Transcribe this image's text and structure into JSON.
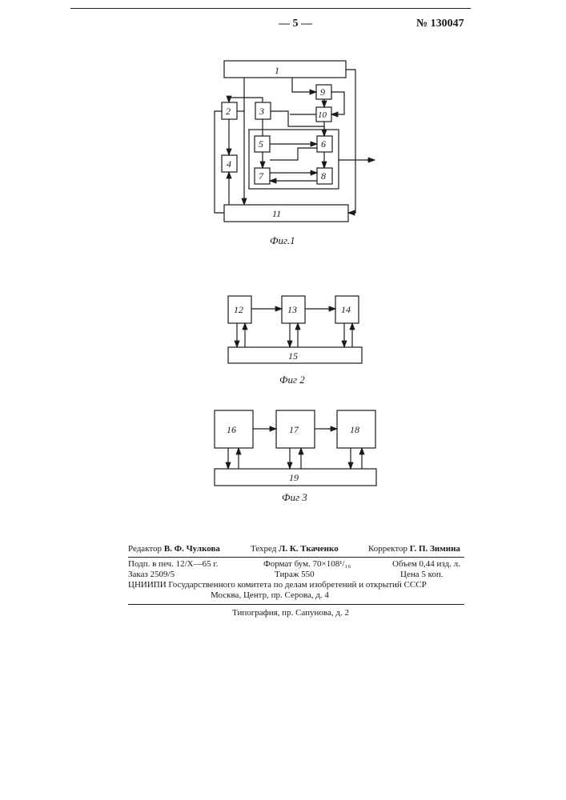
{
  "header": {
    "page_number": "— 5 —",
    "patent_number": "№ 130047"
  },
  "figures": {
    "fig1": {
      "caption": "Фиг.1",
      "blocks": [
        "1",
        "2",
        "3",
        "4",
        "5",
        "6",
        "7",
        "8",
        "9",
        "10",
        "11"
      ]
    },
    "fig2": {
      "caption": "Фиг 2",
      "blocks": [
        "12",
        "13",
        "14",
        "15"
      ]
    },
    "fig3": {
      "caption": "Фиг 3",
      "blocks": [
        "16",
        "17",
        "18",
        "19"
      ]
    }
  },
  "imprint": {
    "editor_label": "Редактор",
    "editor_name": "В. Ф. Чулкова",
    "techred_label": "Техред",
    "techred_name": "Л. К. Ткаченко",
    "corrector_label": "Корректор",
    "corrector_name": "Г. П. Зимина",
    "signed": "Подп. в печ. 12/Х—65 г.",
    "format": "Формат бум. 70×108¹/₁₆",
    "volume": "Объем 0,44 изд. л.",
    "order": "Заказ 2509/5",
    "circulation": "Тираж 550",
    "price": "Цена 5 коп.",
    "institute": "ЦНИИПИ Государственного комитета по делам изобретений и открытий СССР",
    "address": "Москва, Центр, пр. Серова, д. 4",
    "printing": "Типография, пр. Сапунова, д. 2"
  }
}
